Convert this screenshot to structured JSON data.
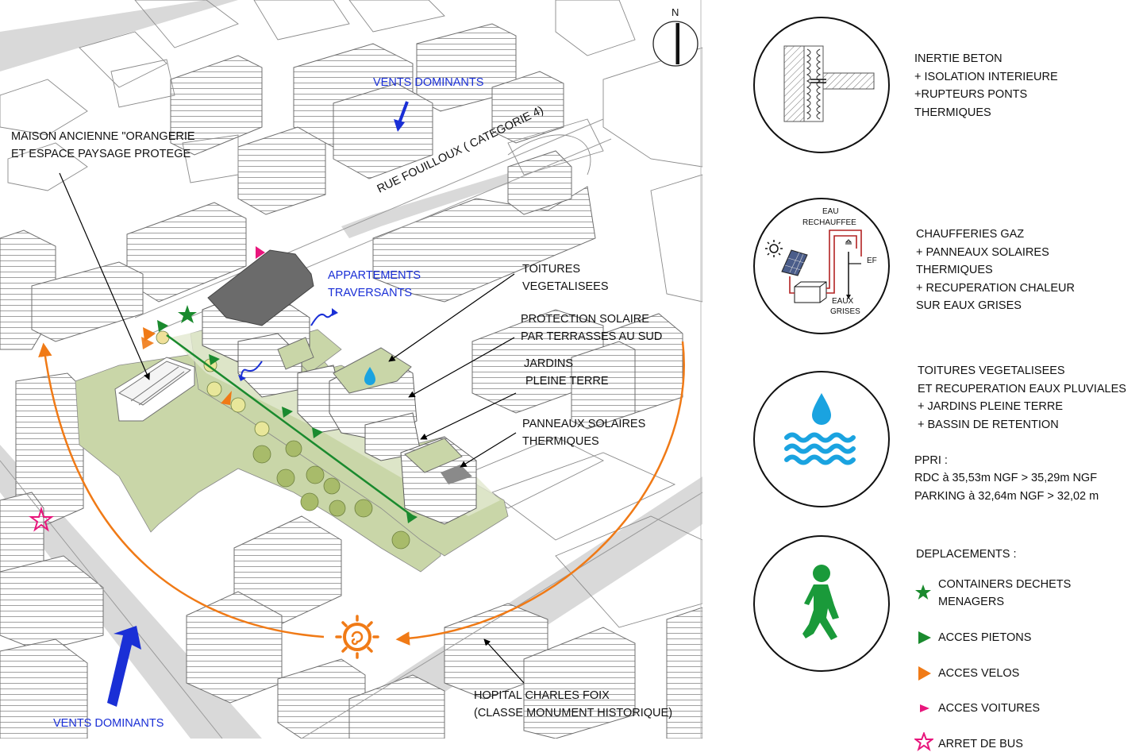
{
  "compass": {
    "north": "N"
  },
  "map_labels": {
    "winds_top": "VENTS DOMINANTS",
    "winds_bottom": "VENTS DOMINANTS",
    "street": "RUE FOUILLOUX ( CATEGORIE 4)",
    "maison": [
      "MAISON ANCIENNE \"ORANGERIE",
      "ET ESPACE PAYSAGE PROTEGE"
    ],
    "appartements": [
      "APPARTEMENTS",
      "TRAVERSANTS"
    ],
    "toitures": [
      "TOITURES",
      "VEGETALISEES"
    ],
    "protection": [
      "PROTECTION SOLAIRE",
      "PAR TERRASSES AU SUD"
    ],
    "jardins": [
      "JARDINS",
      "PLEINE TERRE"
    ],
    "panneaux": [
      "PANNEAUX SOLAIRES",
      "THERMIQUES"
    ],
    "hopital": [
      "HOPITAL CHARLES FOIX",
      "(CLASSE MONUMENT HISTORIQUE)"
    ]
  },
  "legend": {
    "inertie": [
      "INERTIE BETON",
      "+ ISOLATION INTERIEURE",
      "+RUPTEURS PONTS",
      "THERMIQUES"
    ],
    "chaufferie_diagram": {
      "eau": "EAU",
      "rechauffee": "RECHAUFFEE",
      "ef": "EF",
      "eaux": "EAUX",
      "grises": "GRISES"
    },
    "chaufferies": [
      "CHAUFFERIES GAZ",
      "+ PANNEAUX SOLAIRES",
      "THERMIQUES",
      "+ RECUPERATION CHALEUR",
      "SUR EAUX GRISES"
    ],
    "toitures": [
      "TOITURES VEGETALISEES",
      "ET RECUPERATION EAUX PLUVIALES",
      "+ JARDINS PLEINE TERRE",
      "+ BASSIN DE RETENTION"
    ],
    "ppri_title": "PPRI :",
    "ppri": [
      "RDC à 35,53m NGF > 35,29m NGF",
      "PARKING à 32,64m NGF > 32,02 m"
    ],
    "deplacements_title": "DEPLACEMENTS :",
    "containers": [
      "CONTAINERS DECHETS",
      "MENAGERS"
    ],
    "pietons": "ACCES PIETONS",
    "velos": "ACCES VELOS",
    "voitures": "ACCES VOITURES",
    "bus": "ARRET DE BUS"
  },
  "colors": {
    "green_arrow": "#1a8a2e",
    "orange": "#f07a16",
    "magenta": "#e8167c",
    "blue_wind": "#1a2fd6",
    "garden": "#c9d6a8",
    "building_line": "#777777",
    "water": "#1aa3e0",
    "walker": "#1a9a3a",
    "heater_red": "#b22222"
  },
  "icons": [
    "compass-icon",
    "wall-section-icon",
    "solar-heating-icon",
    "water-drop-icon",
    "walking-person-icon",
    "star-icon",
    "play-arrow-icon"
  ]
}
